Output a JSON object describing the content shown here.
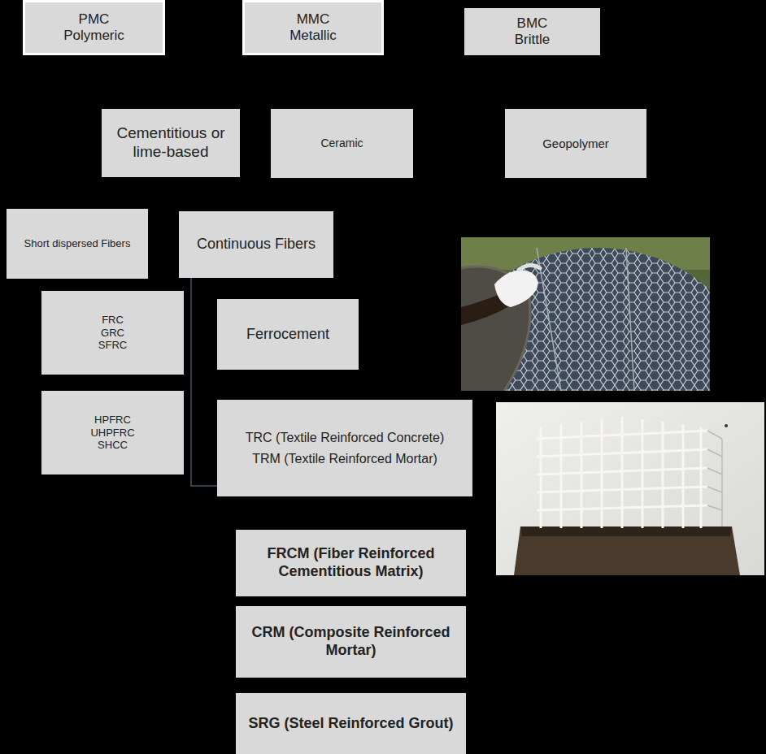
{
  "diagram": {
    "nodes": [
      {
        "text": [
          "PMC",
          "Polymeric"
        ]
      },
      {
        "text": [
          "MMC",
          "Metallic"
        ]
      },
      {
        "text": [
          "BMC",
          "Brittle"
        ]
      },
      {
        "text": [
          "Cementitious or lime-based"
        ]
      },
      {
        "text": [
          "Ceramic"
        ]
      },
      {
        "text": [
          "Geopolymer"
        ]
      },
      {
        "text": [
          "Short dispersed Fibers"
        ]
      },
      {
        "text": [
          "Continuous Fibers"
        ]
      },
      {
        "text": [
          "FRC",
          "GRC",
          "SFRC"
        ]
      },
      {
        "text": [
          "Ferrocement"
        ]
      },
      {
        "text": [
          "HPFRC",
          "UHPFRC",
          "SHCC"
        ]
      },
      {
        "text": [
          "TRC (Textile Reinforced Concrete)",
          "TRM (Textile Reinforced Mortar)"
        ]
      },
      {
        "text": [
          "FRCM (Fiber Reinforced Cementitious Matrix)"
        ]
      },
      {
        "text": [
          "CRM (Composite Reinforced Mortar)"
        ]
      },
      {
        "text": [
          "SRG (Steel Reinforced Grout)"
        ]
      }
    ],
    "edges": [
      {
        "from": 7,
        "to": 11,
        "arrow": "none"
      }
    ]
  }
}
